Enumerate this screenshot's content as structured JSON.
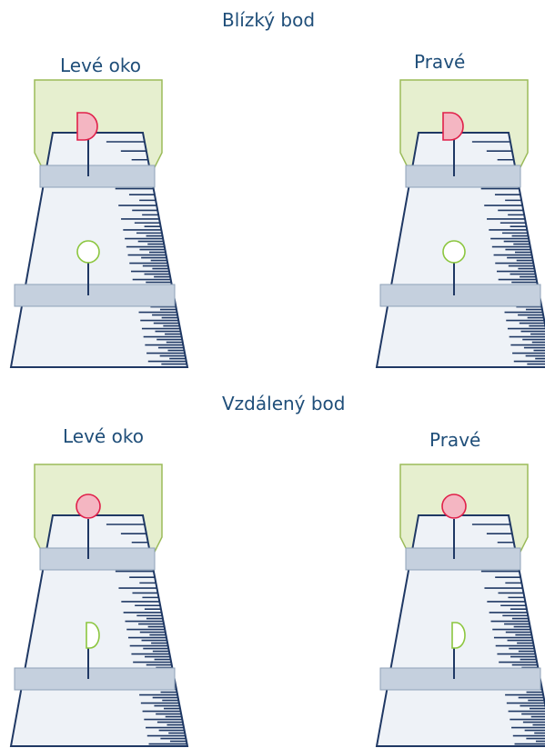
{
  "sections": [
    {
      "title": "Blízký bod",
      "panels": [
        {
          "label": "Levé oko",
          "top_marker": "half",
          "lower_marker": "circle"
        },
        {
          "label": "Pravé",
          "top_marker": "half",
          "lower_marker": "circle"
        }
      ]
    },
    {
      "title": "Vzdálený bod",
      "panels": [
        {
          "label": "Levé oko",
          "top_marker": "circle",
          "lower_marker": "half"
        },
        {
          "label": "Pravé",
          "top_marker": "circle",
          "lower_marker": "half"
        }
      ]
    }
  ],
  "colors": {
    "text": "#1f4e79",
    "ruler_stroke": "#1f3864",
    "ruler_fill": "#eef2f7",
    "bracket_fill": "#e6efcf",
    "bracket_stroke": "#9bbb59",
    "slider_fill": "#c5d0de",
    "slider_stroke": "#8fa2b8",
    "red_marker_fill": "#f4b6c2",
    "red_marker_stroke": "#e0204a",
    "green_marker_fill": "#ffffff",
    "green_marker_stroke": "#8cc63f"
  }
}
